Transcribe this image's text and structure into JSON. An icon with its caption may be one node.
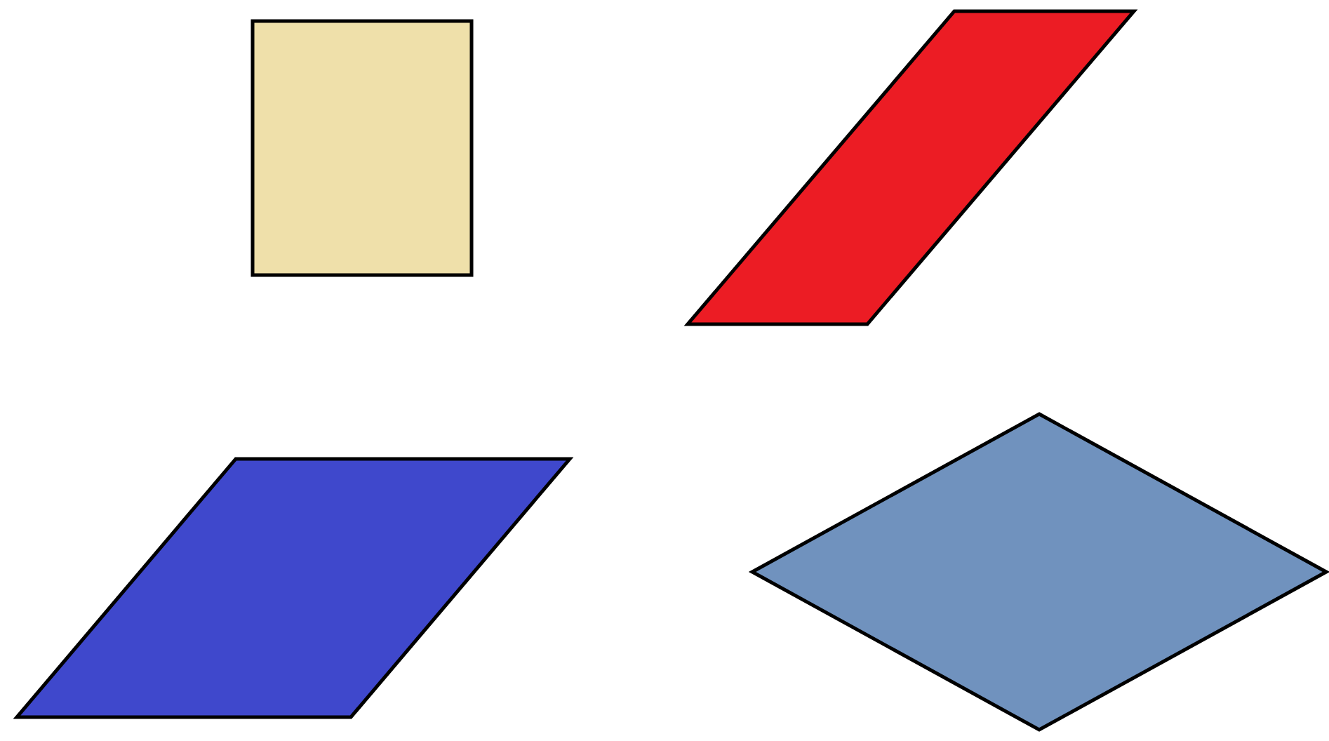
{
  "diagram": {
    "nodes": [
      {
        "text": [],
        "shape": "box"
      },
      {
        "text": [],
        "shape": "parallelogram"
      },
      {
        "text": [],
        "shape": "parallelogram"
      },
      {
        "text": [],
        "shape": "diamond"
      }
    ]
  }
}
